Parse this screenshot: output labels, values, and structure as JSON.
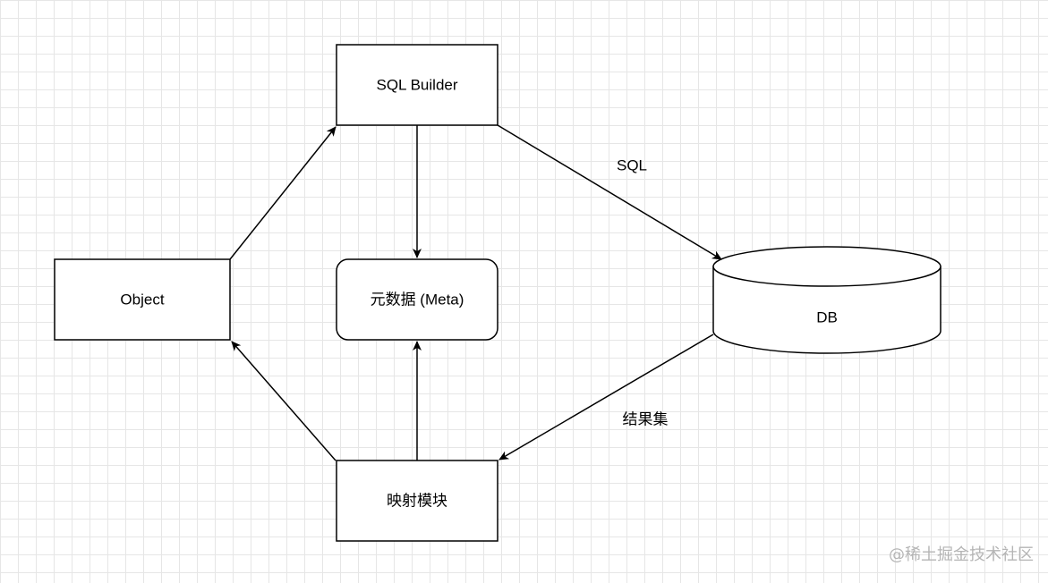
{
  "diagram": {
    "nodes": {
      "sql_builder": "SQL Builder",
      "object": "Object",
      "meta": "元数据 (Meta)",
      "db": "DB",
      "mapping": "映射模块"
    },
    "edges": {
      "sql": "SQL",
      "result_set": "结果集"
    },
    "colors": {
      "stroke": "#000000",
      "fill": "#ffffff",
      "grid": "#e6e6e6"
    }
  },
  "watermark": "@稀土掘金技术社区"
}
